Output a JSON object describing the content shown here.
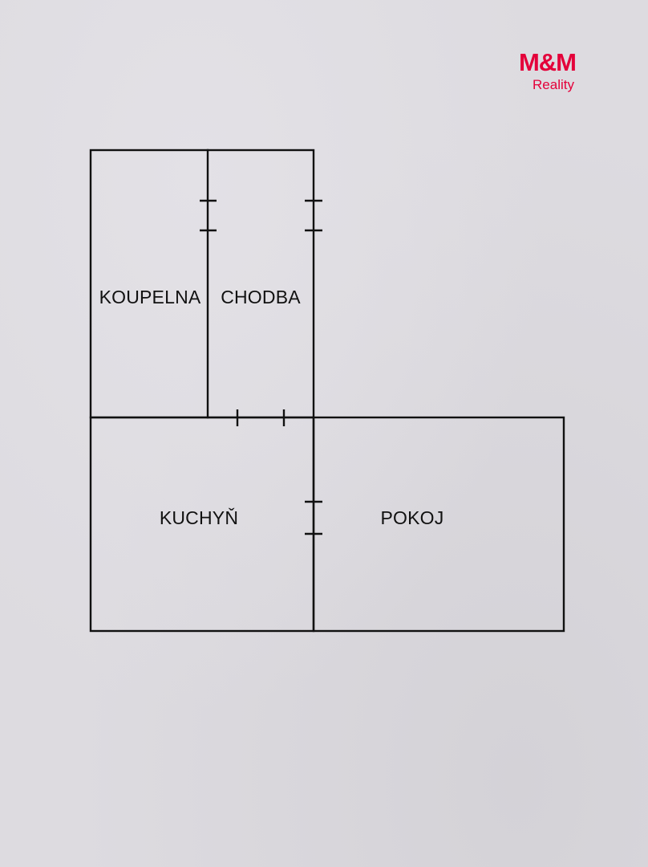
{
  "logo": {
    "mark": "M&M",
    "subtitle": "Reality",
    "color": "#e4003a"
  },
  "rooms": {
    "koupelna": "KOUPELNA",
    "chodba": "CHODBA",
    "kuchyn": "KUCHYŇ",
    "pokoj": "POKOJ"
  },
  "colors": {
    "line": "#111111",
    "paper": "#dddbe0"
  }
}
